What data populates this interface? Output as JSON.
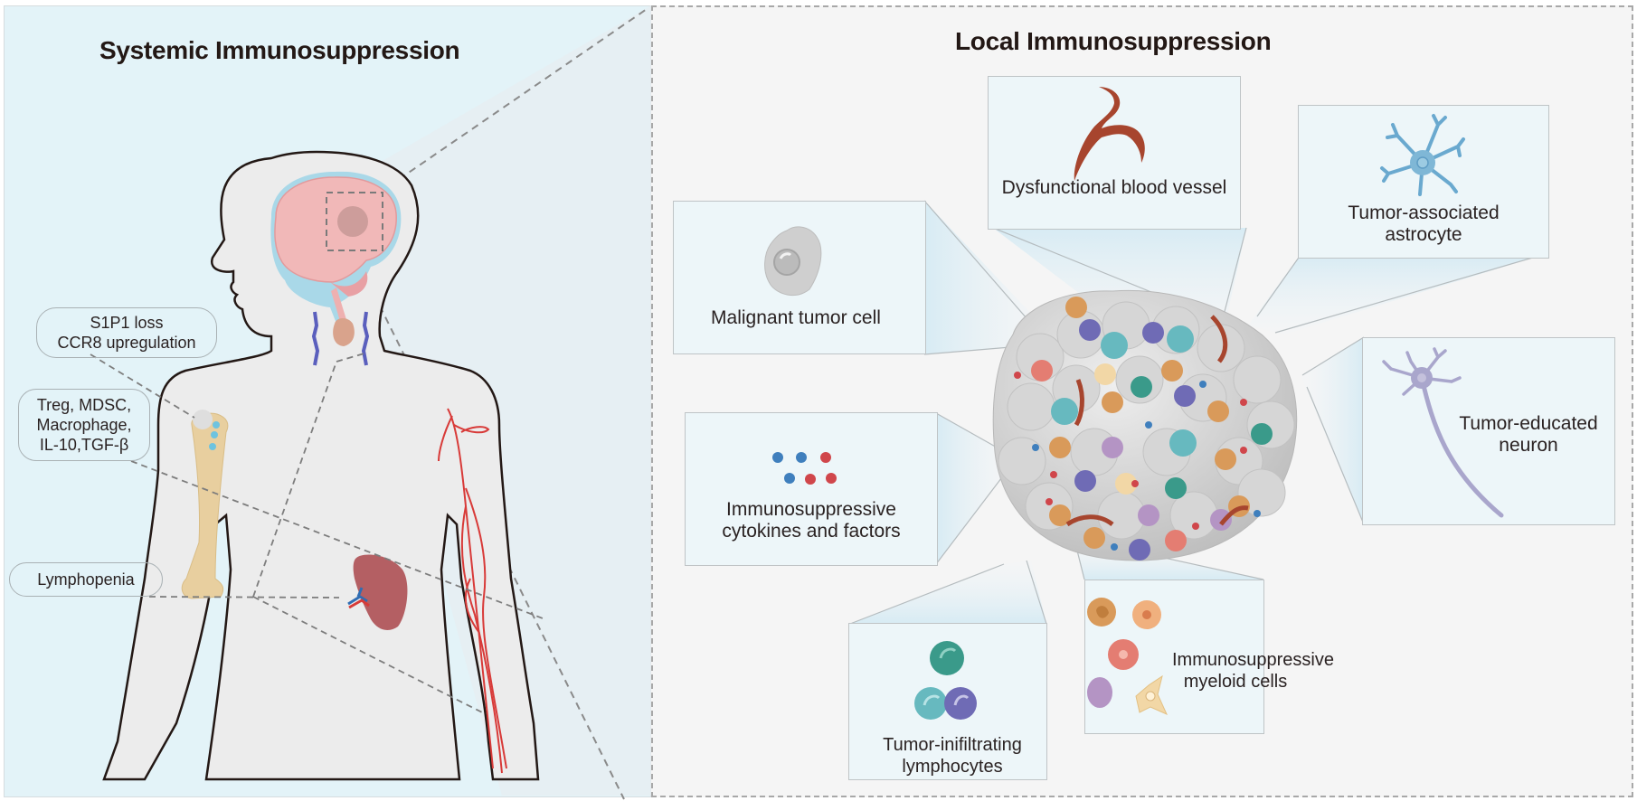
{
  "systemic": {
    "title": "Systemic Immunosuppression",
    "labels": [
      {
        "id": "s1p1",
        "lines": [
          "S1P1 loss",
          "CCR8 upregulation"
        ]
      },
      {
        "id": "treg",
        "lines": [
          "Treg, MDSC,",
          "Macrophage,",
          "IL-10,TGF-β"
        ]
      },
      {
        "id": "lymphopenia",
        "lines": [
          "Lymphopenia"
        ]
      }
    ],
    "organs": [
      "brain-with-tumor",
      "lymph-nodes",
      "thymus",
      "bone-marrow-humerus",
      "spleen",
      "blood-vessels-arm"
    ]
  },
  "local": {
    "title": "Local Immunosuppression",
    "callouts": {
      "vessel": "Dysfunctional blood vessel",
      "astrocyte": [
        "Tumor-associated",
        "astrocyte"
      ],
      "tumor_cell": "Malignant tumor cell",
      "neuron": [
        "Tumor-educated",
        "neuron"
      ],
      "cytokines": [
        "Immunosuppressive",
        "cytokines and factors"
      ],
      "myeloid": [
        "Immunosuppressive",
        "myeloid cells"
      ],
      "lymphocytes": "Tumor-inifiltrating lymphocytes"
    }
  },
  "colors": {
    "left_bg": "#e3f3f8",
    "right_bg": "#f5f5f5",
    "callout_bg": "#edf6f9",
    "vessel": "#a7452e",
    "astrocyte": "#6aa9cf",
    "neuron": "#a9a6cc",
    "cytokine_blue": "#3f7fbd",
    "cytokine_red": "#d0464b",
    "lymph_teal": "#3a9a8a",
    "lymph_cyan": "#67b9bf",
    "lymph_purple": "#6f6bb5",
    "myeloid_orange": "#d99a5a",
    "myeloid_red": "#e47d72",
    "myeloid_yellow": "#f2d7a6",
    "myeloid_violet": "#b494c4",
    "bone": "#e8cf9f",
    "spleen": "#b45f63",
    "brain": "#f1b8b8"
  }
}
